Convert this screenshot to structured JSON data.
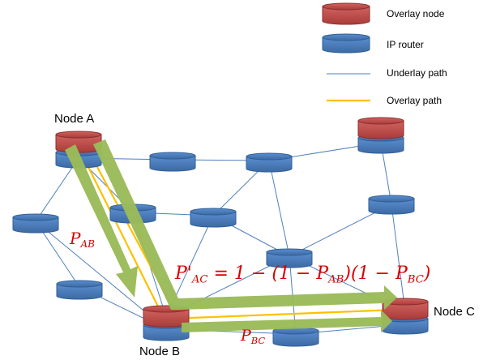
{
  "legend": {
    "overlay_node": "Overlay node",
    "ip_router": "IP router",
    "underlay_path": "Underlay path",
    "overlay_path": "Overlay path"
  },
  "nodes": {
    "node_a": "Node A",
    "node_b": "Node B",
    "node_c": "Node C"
  },
  "equations": {
    "p_ab": {
      "sym": "P",
      "sub": "AB"
    },
    "p_bc": {
      "sym": "P",
      "sub": "BC"
    },
    "p_ac": {
      "lhs_sym": "P'",
      "lhs_sub": "AC",
      "mid": " = 1 − (1 − ",
      "t1_sym": "P",
      "t1_sub": "AB",
      "mid2": ")(1 − ",
      "t2_sym": "P",
      "t2_sub": "BC",
      "end": ")"
    }
  },
  "colors": {
    "overlay_node": "#c0504d",
    "ip_router": "#4f81bd",
    "underlay_path": "#4f81bd",
    "overlay_path": "#ffc000",
    "arrow": "#9bbb59",
    "math": "#d90000"
  }
}
